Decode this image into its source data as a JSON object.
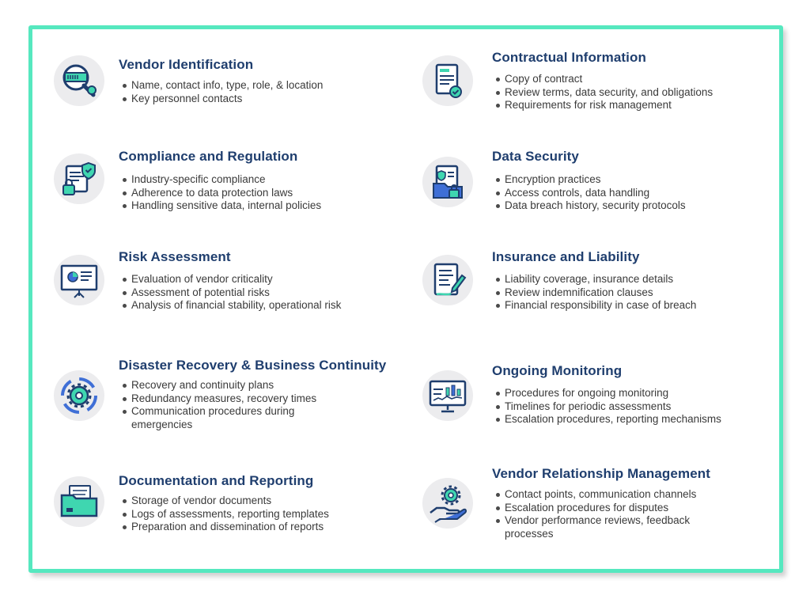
{
  "sections": [
    {
      "title": "Vendor Identification",
      "icon": "magnifier-gear-icon",
      "items": [
        "Name, contact info, type, role, & location",
        "Key personnel contacts"
      ]
    },
    {
      "title": "Contractual Information",
      "icon": "contract-document-icon",
      "items": [
        "Copy of contract",
        "Review terms, data security, and obligations",
        "Requirements for risk management"
      ]
    },
    {
      "title": "Compliance and Regulation",
      "icon": "compliance-shield-lock-icon",
      "items": [
        "Industry-specific compliance",
        "Adherence to data protection laws",
        "Handling sensitive data, internal policies"
      ]
    },
    {
      "title": "Data Security",
      "icon": "data-security-folder-lock-icon",
      "items": [
        "Encryption practices",
        "Access controls, data handling",
        "Data breach history, security protocols"
      ]
    },
    {
      "title": "Risk Assessment",
      "icon": "presentation-board-icon",
      "items": [
        "Evaluation of vendor criticality",
        "Assessment of potential risks",
        "Analysis of financial stability, operational risk"
      ]
    },
    {
      "title": "Insurance and Liability",
      "icon": "document-pen-icon",
      "items": [
        "Liability coverage, insurance details",
        "Review indemnification clauses",
        "Financial responsibility in case of breach"
      ]
    },
    {
      "title": "Disaster Recovery & Business Continuity",
      "icon": "recovery-gear-cycle-icon",
      "items": [
        "Recovery and continuity plans",
        "Redundancy measures, recovery times",
        "Communication procedures during emergencies"
      ]
    },
    {
      "title": "Ongoing Monitoring",
      "icon": "monitor-dashboard-icon",
      "items": [
        "Procedures for ongoing monitoring",
        "Timelines for periodic assessments",
        "Escalation procedures, reporting mechanisms"
      ]
    },
    {
      "title": "Documentation and Reporting",
      "icon": "folder-documents-icon",
      "items": [
        "Storage of vendor documents",
        "Logs of assessments, reporting templates",
        "Preparation and dissemination of reports"
      ]
    },
    {
      "title": "Vendor Relationship Management",
      "icon": "hand-gear-icon",
      "items": [
        "Contact points, communication channels",
        "Escalation procedures for disputes",
        "Vendor performance reviews, feedback processes"
      ]
    }
  ],
  "colors": {
    "frame": "#56e8bf",
    "title": "#1f3e6e",
    "icon_navy": "#1f3e6e",
    "icon_teal": "#3fd6b0",
    "icon_bg": "#ececee"
  }
}
